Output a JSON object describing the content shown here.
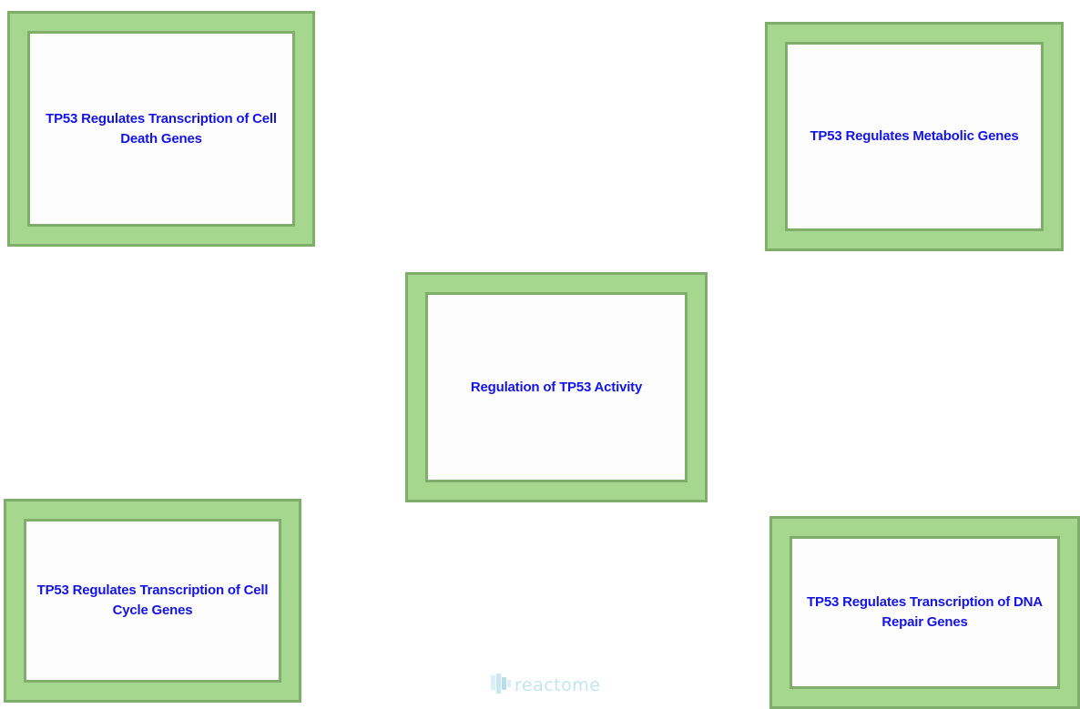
{
  "diagram": {
    "pathways": [
      {
        "id": "cell_death",
        "label": "TP53 Regulates Transcription of Cell Death Genes"
      },
      {
        "id": "metabolic",
        "label": "TP53 Regulates Metabolic Genes"
      },
      {
        "id": "regulation",
        "label": "Regulation of TP53 Activity"
      },
      {
        "id": "cell_cycle",
        "label": "TP53 Regulates Transcription of Cell Cycle Genes"
      },
      {
        "id": "dna_repair",
        "label": "TP53 Regulates Transcription of DNA Repair Genes"
      }
    ]
  },
  "watermark": {
    "text": "reactome",
    "icon": "reactome-logo-icon"
  },
  "colors": {
    "pathway_fill": "#a6d78f",
    "pathway_border": "#7fae6b",
    "inner_fill": "#fdfdfd",
    "label_text": "#1414e6",
    "watermark": "#8fd0e6"
  }
}
